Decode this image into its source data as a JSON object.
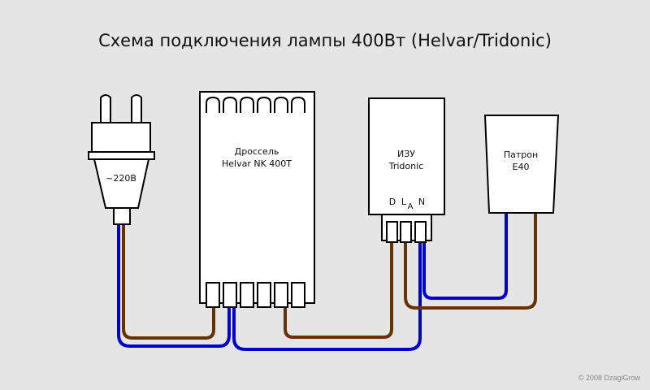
{
  "title": "Схема подключения лампы 400Вт (Helvar/Tridonic)",
  "copyright": "© 2008 DzagiGrow",
  "colors": {
    "background": "#e5e5e5",
    "neutral_wire": "#0000cc",
    "live_wire": "#663300",
    "component_fill": "#ffffff",
    "outline": "#000000"
  },
  "components": {
    "plug": {
      "label": "~220В"
    },
    "ballast": {
      "label_line1": "Дроссель",
      "label_line2": "Helvar NK 400T",
      "terminal_count": 6
    },
    "ignitor": {
      "label_line1": "ИЗУ",
      "label_line2": "Tridonic",
      "terminals": [
        "D",
        "L",
        "N"
      ],
      "terminal_L_subscript": "A"
    },
    "socket": {
      "label_line1": "Патрон",
      "label_line2": "E40"
    }
  },
  "connections": [
    {
      "from": "plug",
      "to": "ballast-terminal-1",
      "wire": "live"
    },
    {
      "from": "plug",
      "to": "ballast-terminal-2",
      "wire": "neutral"
    },
    {
      "from": "ballast-terminal-2",
      "to": "ignitor-N",
      "wire": "neutral"
    },
    {
      "from": "ballast-terminal-5",
      "to": "ignitor-D",
      "wire": "live"
    },
    {
      "from": "ignitor-L",
      "to": "socket",
      "wire": "live"
    },
    {
      "from": "ignitor-N",
      "to": "socket",
      "wire": "neutral"
    }
  ]
}
